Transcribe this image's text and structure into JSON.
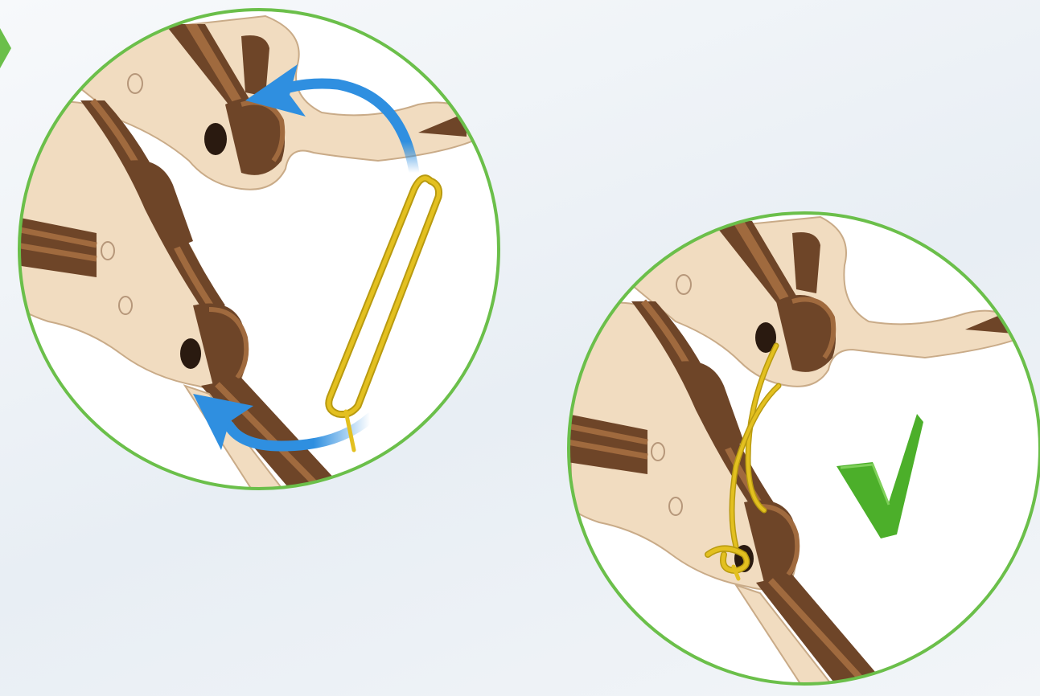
{
  "diagram": {
    "steps": [
      {
        "id": "step-thread-band",
        "kind": "instruction",
        "icons": [
          "blue-arrow-icon",
          "yellow-rubber-band"
        ]
      },
      {
        "id": "step-result",
        "kind": "confirmation",
        "icons": [
          "green-checkmark-icon",
          "yellow-rubber-band-knot"
        ]
      }
    ]
  },
  "colors": {
    "border": "#6bbf4a",
    "arrow": "#2f8fe0",
    "band": "#e3c020",
    "band_dark": "#b89a10",
    "wood_light": "#f1dcc0",
    "wood_edge": "#d8bfa0",
    "wood_dark": "#6e4528",
    "wood_stripe": "#a06a3e",
    "check": "#4caf2a"
  }
}
